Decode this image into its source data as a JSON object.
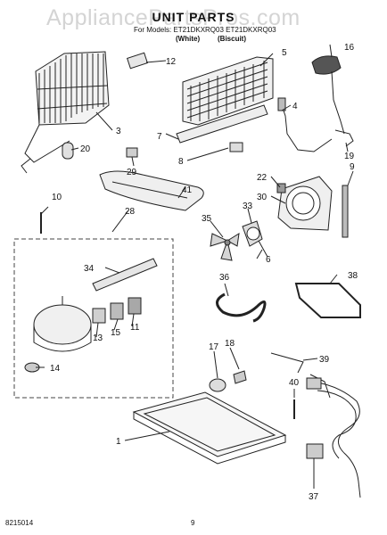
{
  "watermark": "AppliancePartsPros.com",
  "title": "UNIT PARTS",
  "models_line": "For Models: ET21DKXRQ03 ET21DKXRQ03",
  "variants": [
    "(White)",
    "(Biscuit)"
  ],
  "footer": {
    "doc_number": "8215014",
    "page_number": "9"
  },
  "callouts": [
    "1",
    "3",
    "4",
    "5",
    "6",
    "7",
    "8",
    "9",
    "10",
    "11",
    "12",
    "13",
    "14",
    "15",
    "16",
    "17",
    "18",
    "19",
    "20",
    "22",
    "28",
    "29",
    "30",
    "33",
    "34",
    "35",
    "36",
    "37",
    "38",
    "39",
    "40",
    "41"
  ],
  "colors": {
    "line": "#222222",
    "dashed_box": "#444444",
    "watermark": "#d4d4d4"
  }
}
